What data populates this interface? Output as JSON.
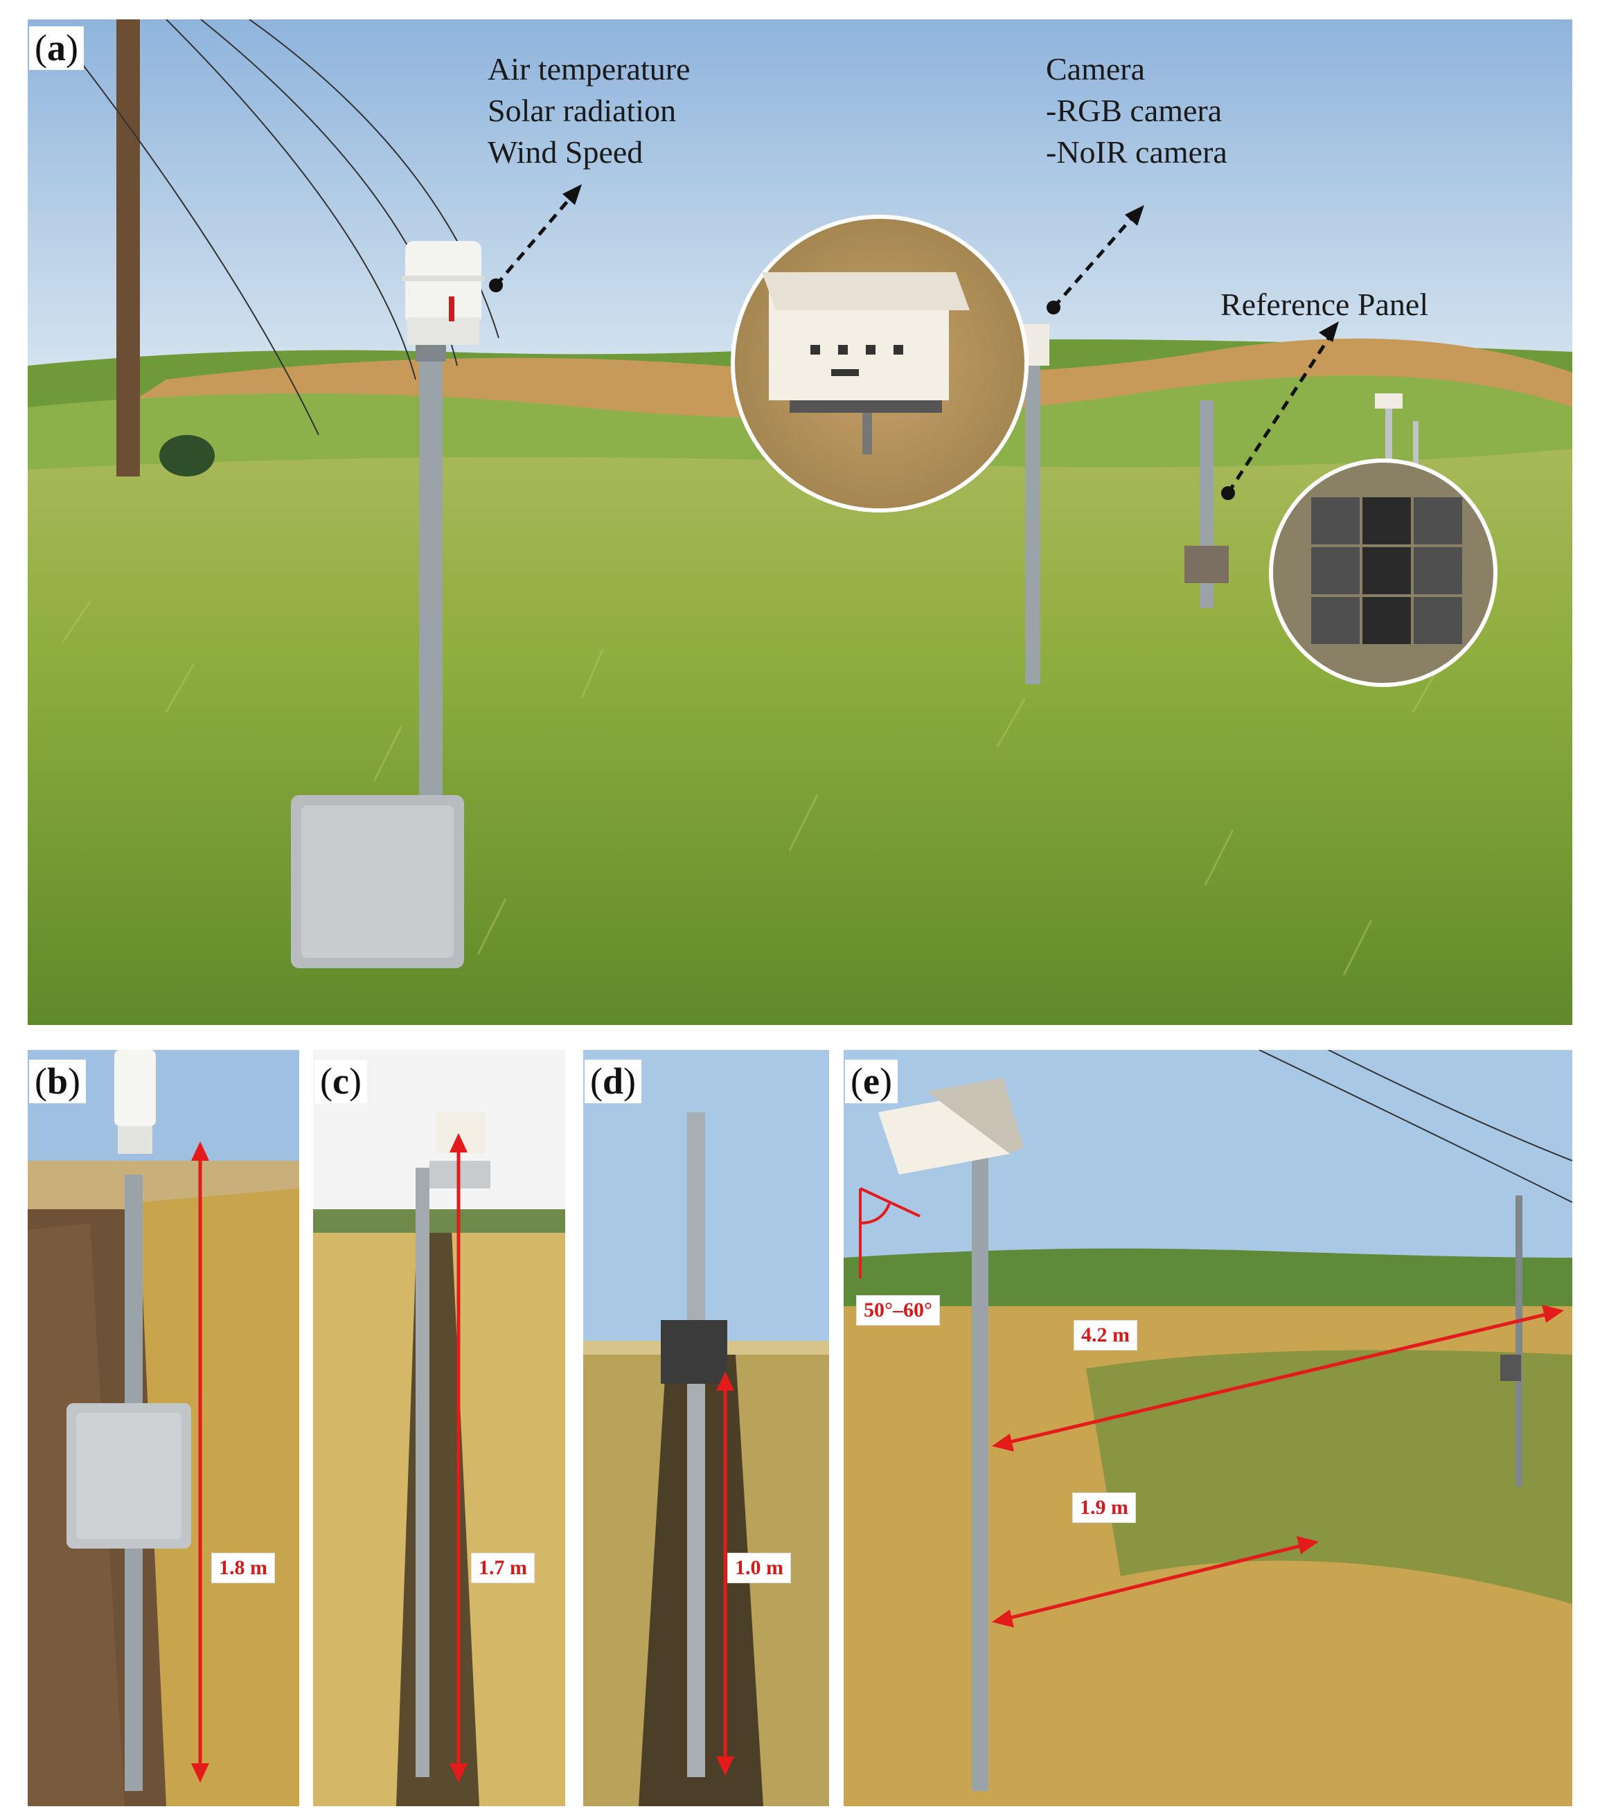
{
  "panels": {
    "a": {
      "label": "a",
      "annotations": {
        "weather_lines": [
          "Air temperature",
          "Solar radiation",
          "Wind Speed"
        ],
        "camera_lines": [
          "Camera",
          "-RGB camera",
          "-NoIR camera"
        ],
        "reference_panel": "Reference Panel"
      }
    },
    "b": {
      "label": "b",
      "height_label": "1.8 m"
    },
    "c": {
      "label": "c",
      "height_label": "1.7 m"
    },
    "d": {
      "label": "d",
      "height_label": "1.0 m"
    },
    "e": {
      "label": "e",
      "angle_label": "50°–60°",
      "distance_label_1": "4.2 m",
      "distance_label_2": "1.9 m"
    }
  },
  "colors": {
    "sky": "#a9c8e6",
    "wheat_green": "#7fa83a",
    "wheat_gold": "#c9a552",
    "arrow_red": "#e31b1b",
    "pole_grey": "#9aa3a8"
  }
}
